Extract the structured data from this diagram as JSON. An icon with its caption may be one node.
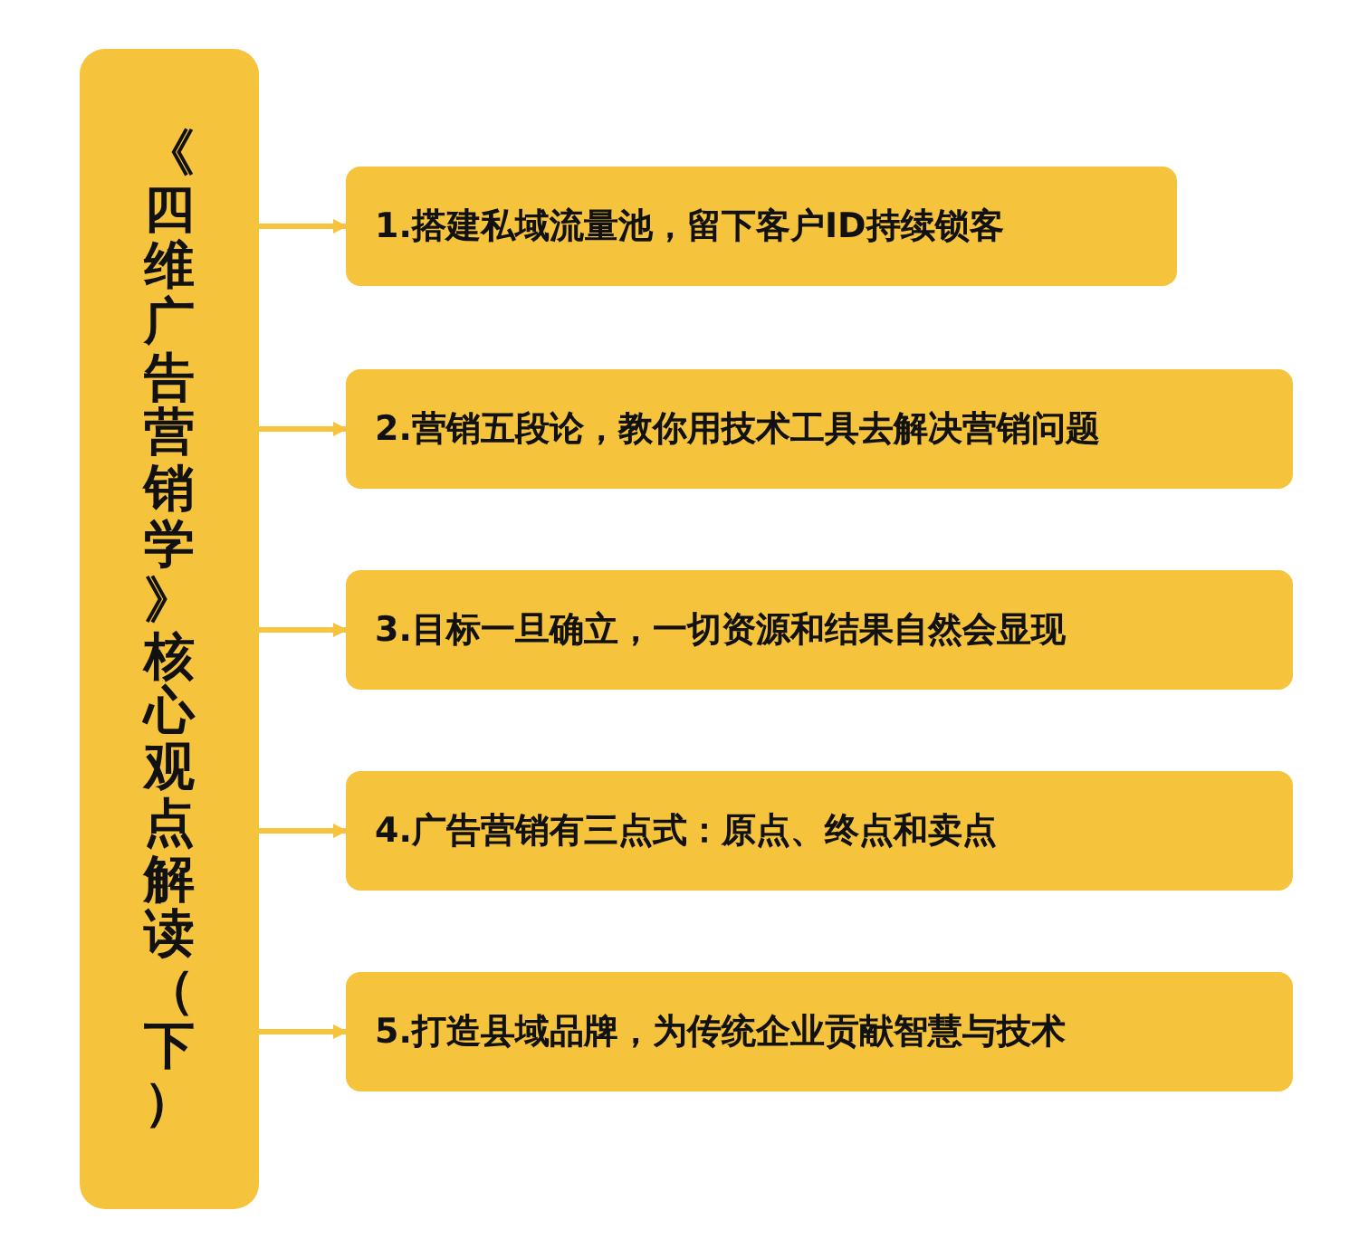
{
  "diagram": {
    "nodes": [
      {
        "text": [
          "《四维广告营销学》核心观点解读（下）"
        ]
      },
      {
        "text": [
          "1.搭建私域流量池，留下客户ID持续锁客"
        ]
      },
      {
        "text": [
          "2.营销五段论，教你用技术工具去解决营销问题"
        ]
      },
      {
        "text": [
          "3.目标一旦确立，一切资源和结果自然会显现"
        ]
      },
      {
        "text": [
          "4.广告营销有三点式：原点、终点和卖点"
        ]
      },
      {
        "text": [
          "5.打造县域品牌，为传统企业贡献智慧与技术"
        ]
      }
    ],
    "edges": [
      {
        "from": 0,
        "to": 1,
        "arrow": "to"
      },
      {
        "from": 0,
        "to": 2,
        "arrow": "to"
      },
      {
        "from": 0,
        "to": 3,
        "arrow": "to"
      },
      {
        "from": 0,
        "to": 4,
        "arrow": "to"
      },
      {
        "from": 0,
        "to": 5,
        "arrow": "to"
      }
    ]
  }
}
